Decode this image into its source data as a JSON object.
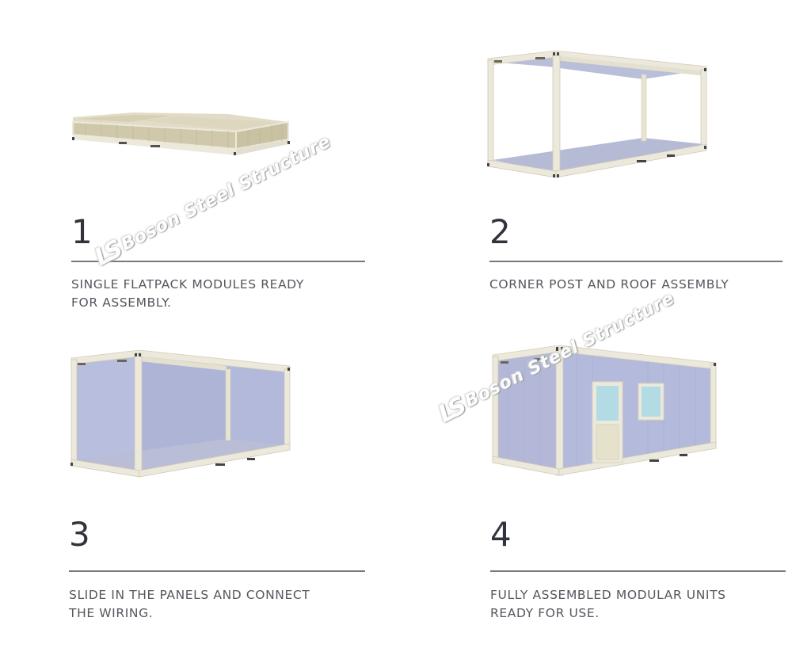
{
  "watermark": {
    "logo": "LS",
    "text": "Boson Steel Structure"
  },
  "colors": {
    "frame": "#ece9dc",
    "frame_shadow": "#c9c4ad",
    "panel": "#b7bddd",
    "panel_dark": "#a7adcf",
    "floor": "#b9bdd6",
    "flatpack": "#cfc8aa",
    "window": "#b3dbe3",
    "door": "#e9e4cf",
    "text": "#55575e",
    "number": "#32343d",
    "rule": "#77787e"
  },
  "steps": [
    {
      "number": "1",
      "caption_lines": [
        "SINGLE FLATPACK MODULES READY",
        "FOR ASSEMBLY."
      ],
      "illustration": "flatpack-module"
    },
    {
      "number": "2",
      "caption_lines": [
        "CORNER POST AND ROOF ASSEMBLY"
      ],
      "illustration": "frame-with-roof"
    },
    {
      "number": "3",
      "caption_lines": [
        "SLIDE IN THE PANELS AND CONNECT",
        "THE WIRING."
      ],
      "illustration": "frame-with-panels"
    },
    {
      "number": "4",
      "caption_lines": [
        "FULLY ASSEMBLED MODULAR UNITS",
        "READY FOR USE."
      ],
      "illustration": "assembled-unit"
    }
  ]
}
